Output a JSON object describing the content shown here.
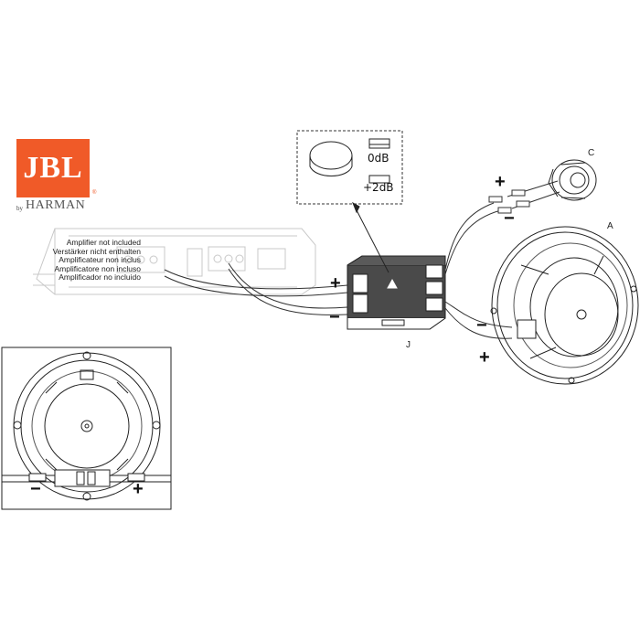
{
  "brand": {
    "logo_text": "JBL",
    "by": "by",
    "parent": "HARMAN",
    "registered": "®",
    "logo_color": "#f05a28"
  },
  "amplifier_note": [
    "Amplifier not included",
    "Verstärker nicht enthalten",
    "Amplificateur non inclus",
    "Amplificatore non incluso",
    "Amplificador no incluido"
  ],
  "component_labels": {
    "woofer": "A",
    "tweeter": "C",
    "crossover": "J"
  },
  "tweeter_level_options": [
    "0dB",
    "+2dB"
  ],
  "polarity": {
    "positive": "+",
    "negative": "−"
  }
}
